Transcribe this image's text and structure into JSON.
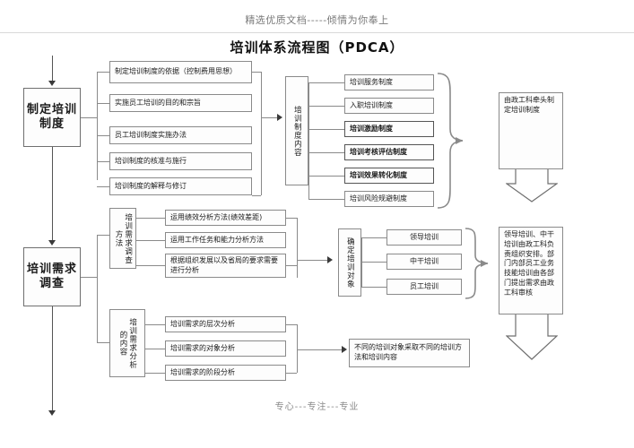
{
  "header": {
    "watermark": "精选优质文档-----倾情为你奉上",
    "title": "培训体系流程图（PDCA）"
  },
  "footer": {
    "text": "专心---专注---专业"
  },
  "diagram": {
    "type": "flowchart",
    "stages": [
      {
        "id": "stage-1",
        "label": "制定培训制度"
      },
      {
        "id": "stage-2",
        "label": "培训需求调查"
      }
    ],
    "groups": [
      {
        "id": "group-system-basis",
        "items": [
          {
            "label": "制定培训制度的依据（控制费用思想）",
            "bold": false
          },
          {
            "label": "实施员工培训的目的和宗旨",
            "bold": false
          },
          {
            "label": "员工培训制度实施办法",
            "bold": false
          },
          {
            "label": "培训制度的核准与施行",
            "bold": false
          },
          {
            "label": "培训制度的解释与修订",
            "bold": false
          }
        ]
      },
      {
        "id": "group-system-content",
        "vertical_label": "培训制度内容",
        "items": [
          {
            "label": "培训服务制度",
            "bold": false
          },
          {
            "label": "入职培训制度",
            "bold": false
          },
          {
            "label": "培训激励制度",
            "bold": true
          },
          {
            "label": "培训考核评估制度",
            "bold": true
          },
          {
            "label": "培训效果转化制度",
            "bold": true
          },
          {
            "label": "培训风险规避制度",
            "bold": false
          }
        ]
      },
      {
        "id": "group-demand-method",
        "vertical_label": "培训需求调查方法",
        "items": [
          {
            "label": "运用绩效分析方法(绩效差距)",
            "bold": false
          },
          {
            "label": "运用工作任务和能力分析方法",
            "bold": false
          },
          {
            "label": "根据组织发展以及省局的要求需要进行分析",
            "bold": false
          }
        ]
      },
      {
        "id": "group-demand-content",
        "vertical_label": "培训需求分析的内容",
        "items": [
          {
            "label": "培训需求的层次分析",
            "bold": false
          },
          {
            "label": "培训需求的对象分析",
            "bold": false
          },
          {
            "label": "培训需求的阶段分析",
            "bold": false
          }
        ]
      },
      {
        "id": "group-target",
        "vertical_label": "确定培训对象",
        "items": [
          {
            "label": "领导培训",
            "bold": false
          },
          {
            "label": "中干培训",
            "bold": false
          },
          {
            "label": "员工培训",
            "bold": false
          }
        ]
      }
    ],
    "notes": [
      {
        "id": "note-policy-office",
        "label": "由政工科牵头制定培训制度"
      },
      {
        "id": "note-target-arrangement",
        "label": "领导培训、中干培训由政工科负责组织安排。部门内部员工业务技能培训由各部门提出需求由政工科审核"
      },
      {
        "id": "note-different-target",
        "label": "不同的培训对象采取不同的培训方法和培训内容"
      }
    ],
    "colors": {
      "box_border": "#8a8a8a",
      "line": "#8a8a8a",
      "arrow": "#3a3a3a",
      "text": "#1a1a1a",
      "background": "#ffffff"
    }
  }
}
